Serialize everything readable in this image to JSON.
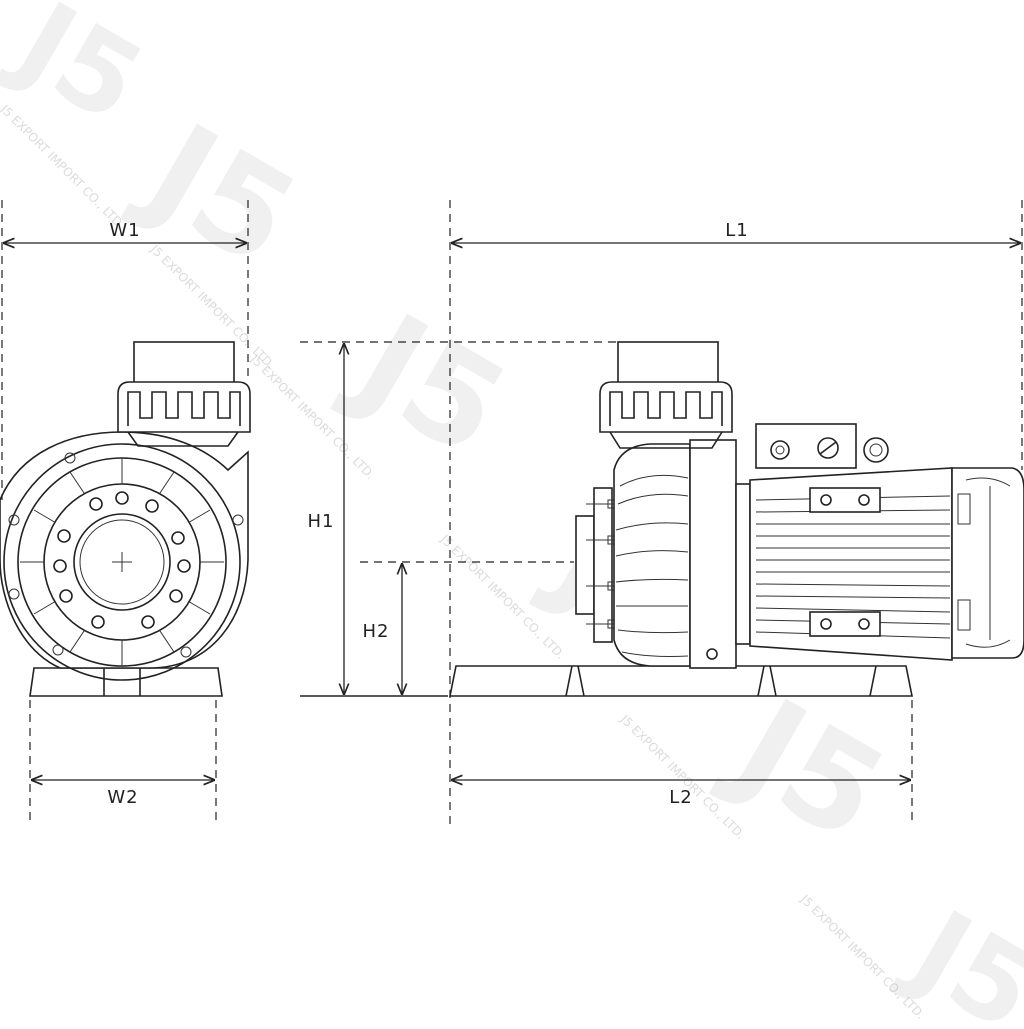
{
  "dimensions": {
    "w1": "W1",
    "w2": "W2",
    "l1": "L1",
    "l2": "L2",
    "h1": "H1",
    "h2": "H2"
  },
  "watermark": {
    "logo": "J5",
    "company": "J5 EXPORT IMPORT CO., LTD."
  }
}
